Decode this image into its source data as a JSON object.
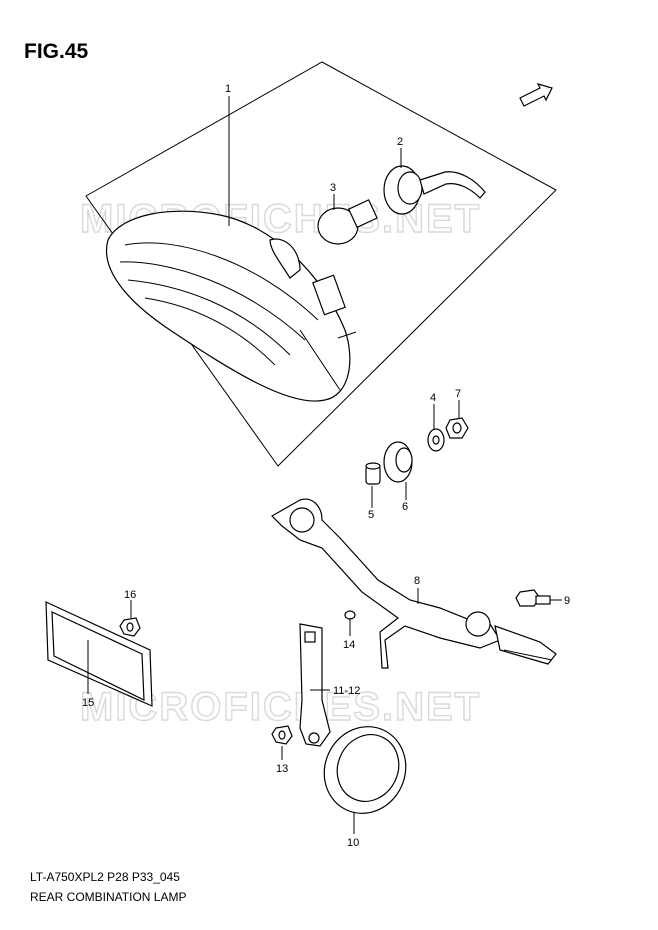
{
  "figure": {
    "title": "FIG.45",
    "code": "LT-A750XPL2 P28 P33_045",
    "name": "REAR COMBINATION LAMP",
    "direction_tag": "FWD"
  },
  "watermark": "MICROFICHES.NET",
  "callouts": {
    "c1": "1",
    "c2": "2",
    "c3": "3",
    "c4": "4",
    "c5": "5",
    "c6": "6",
    "c7": "7",
    "c8": "8",
    "c9": "9",
    "c10": "10",
    "c11_12": "11-12",
    "c13": "13",
    "c14": "14",
    "c15": "15",
    "c16": "16"
  }
}
